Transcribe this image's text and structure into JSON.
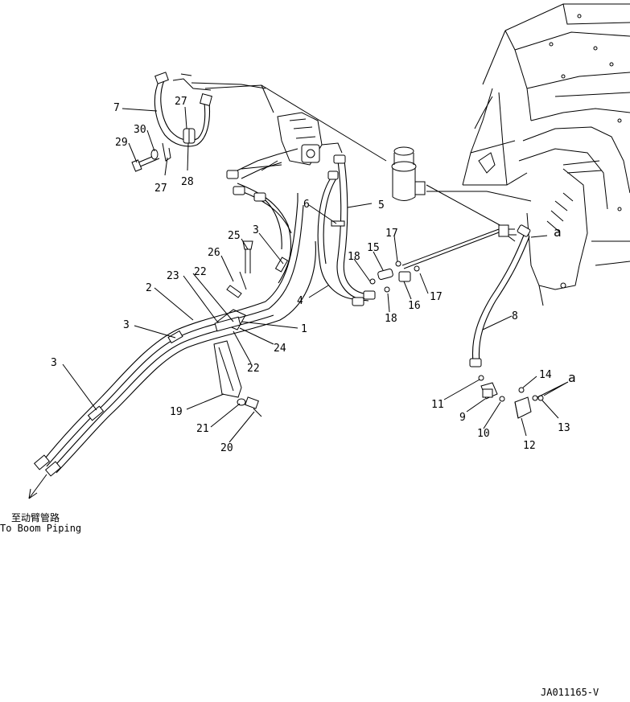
{
  "labels": {
    "l1": "1",
    "l2": "2",
    "l3a": "3",
    "l3b": "3",
    "l3c": "3",
    "l4": "4",
    "l5": "5",
    "l6": "6",
    "l7": "7",
    "l8": "8",
    "l9": "9",
    "l10": "10",
    "l11": "11",
    "l12": "12",
    "l13": "13",
    "l14": "14",
    "l15": "15",
    "l16": "16",
    "l17a": "17",
    "l17b": "17",
    "l18a": "18",
    "l18b": "18",
    "l19": "19",
    "l20": "20",
    "l21": "21",
    "l22a": "22",
    "l22b": "22",
    "l23": "23",
    "l24": "24",
    "l25": "25",
    "l26": "26",
    "l27a": "27",
    "l27b": "27",
    "l28": "28",
    "l29": "29",
    "l30": "30",
    "la1": "a",
    "la2": "a"
  },
  "caption": {
    "chinese": "至动臂管路",
    "english": "To Boom Piping"
  },
  "drawing_code": "JA011165-V"
}
